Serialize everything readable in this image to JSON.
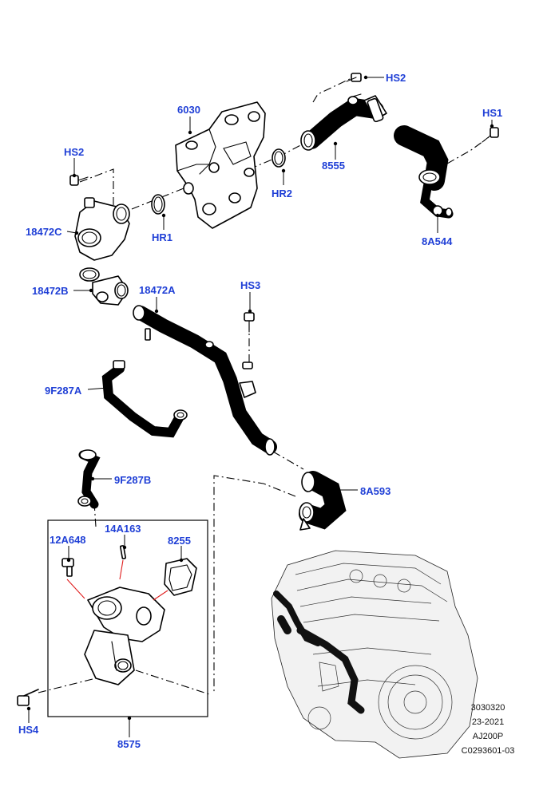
{
  "diagram": {
    "labels": {
      "hs2_top": "HS2",
      "hs1": "HS1",
      "p6030": "6030",
      "hs2_left": "HS2",
      "p8555": "8555",
      "hr2": "HR2",
      "p18472c": "18472C",
      "hr1": "HR1",
      "p8a544": "8A544",
      "hs3": "HS3",
      "p18472b": "18472B",
      "p18472a": "18472A",
      "p9f287a": "9F287A",
      "p9f287b": "9F287B",
      "p8a593": "8A593",
      "p12a648": "12A648",
      "p14a163": "14A163",
      "p8255": "8255",
      "hs4": "HS4",
      "p8575": "8575"
    },
    "reference": {
      "line1": "3030320",
      "line2": "23-2021",
      "line3": "AJ200P",
      "line4": "C0293601-03"
    }
  }
}
